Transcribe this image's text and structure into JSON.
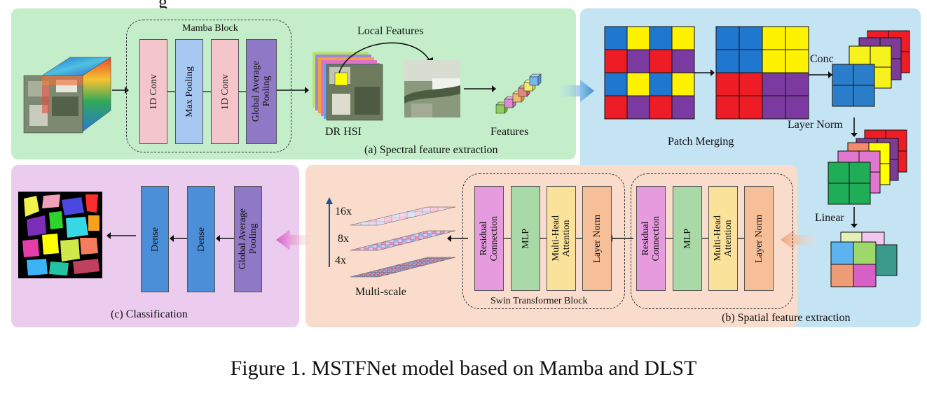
{
  "header": {
    "partial_title": "g"
  },
  "spectral": {
    "block_title": "Mamba Block",
    "boxes": [
      "1D Conv",
      "Max Pooling",
      "1D Conv",
      "Global Average\nPooling"
    ],
    "local_features": "Local Features",
    "dr_hsi": "DR HSI",
    "features": "Features",
    "caption": "(a) Spectral feature extraction"
  },
  "patch": {
    "conc": "Conc",
    "layer_norm": "Layer Norm",
    "patch_merging": "Patch Merging",
    "linear": "Linear"
  },
  "spatial": {
    "block_label": "Swin Transformer Block",
    "boxes": [
      "Residual\nConnection",
      "MLP",
      "Multi-Head\nAttention",
      "Layer Norm"
    ],
    "scales": [
      "16x",
      "8x",
      "4x"
    ],
    "multi_scale": "Multi-scale",
    "caption": "(b) Spatial feature extraction"
  },
  "classification": {
    "boxes": [
      "Dense",
      "Dense",
      "Global Average\nPooling"
    ],
    "caption": "(c) Classification"
  },
  "figure_caption": "Figure 1. MSTFNet model based on Mamba and DLST",
  "colors": {
    "green_panel": "#c3eec9",
    "blue_panel": "#c4e3f3",
    "peach_panel": "#f9dccb",
    "pink_panel": "#ecccee",
    "conv_pink": "#f4c6cb",
    "pool_blue": "#a7c8f3",
    "gap_purple": "#8f78c6",
    "dense_blue": "#4a8fd8",
    "residual": "#e59bde",
    "mlp": "#a9d9a7",
    "attn": "#fbe29a",
    "lnorm": "#f7bf98"
  }
}
